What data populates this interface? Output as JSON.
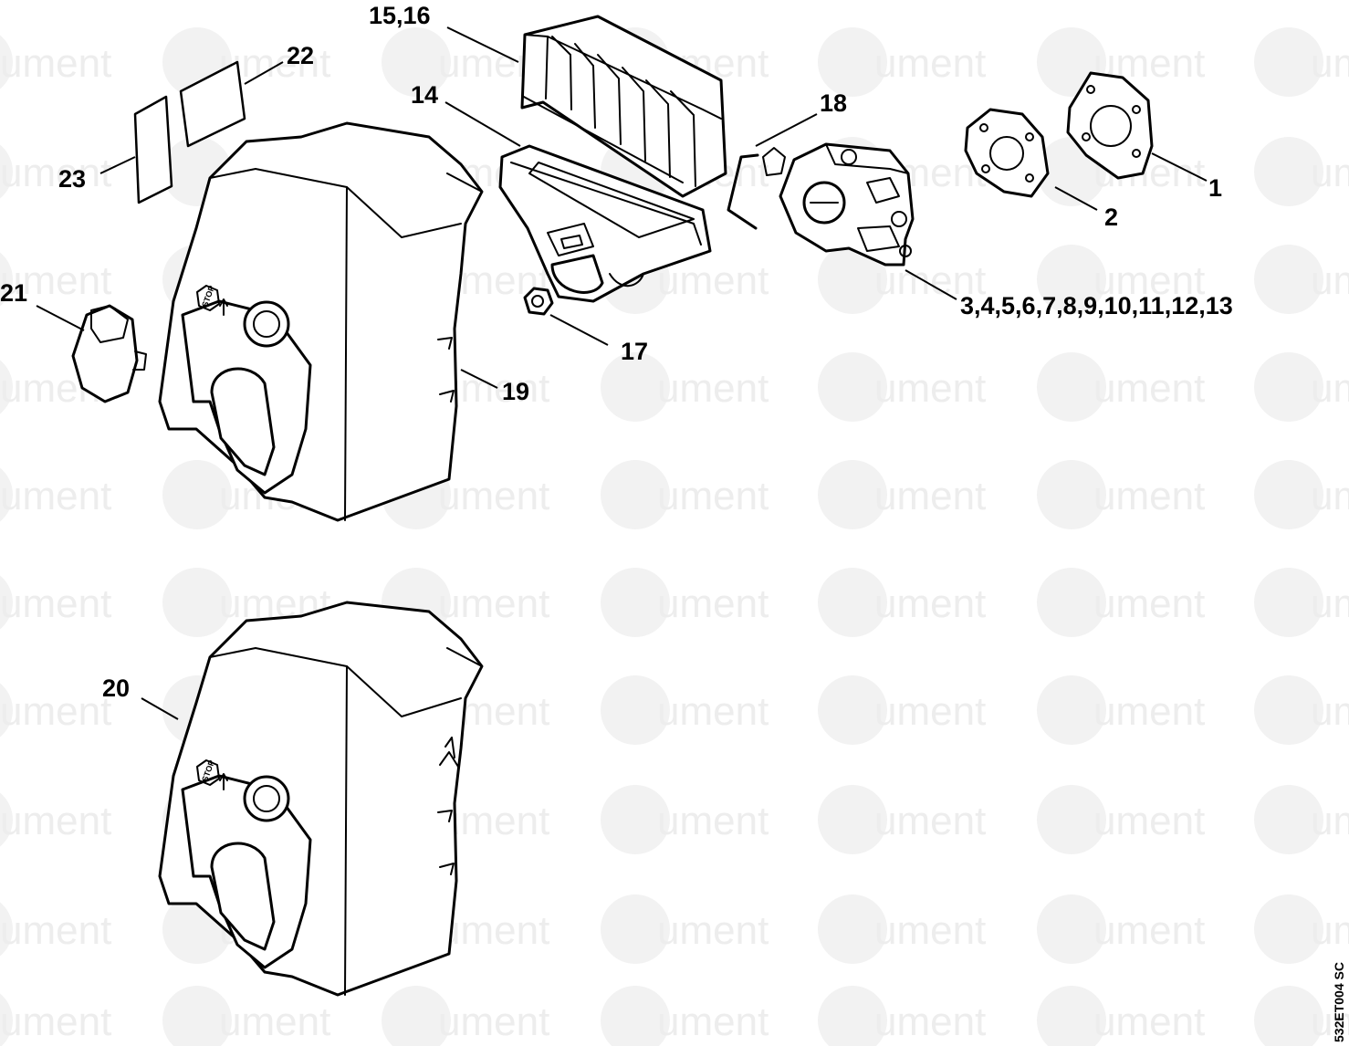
{
  "watermark": {
    "brand": "ument"
  },
  "callouts": {
    "c1": "1",
    "c2": "2",
    "c3": "3,4,5,6,7,8,9,10,11,12,13",
    "c14": "14",
    "c1516": "15,16",
    "c17": "17",
    "c18": "18",
    "c19": "19",
    "c20": "20",
    "c21": "21",
    "c22": "22",
    "c23": "23"
  },
  "cover_labels": {
    "stop_upper": "STOP",
    "stop_lower": "STOP"
  },
  "drawing_code": "532ET004 SC"
}
